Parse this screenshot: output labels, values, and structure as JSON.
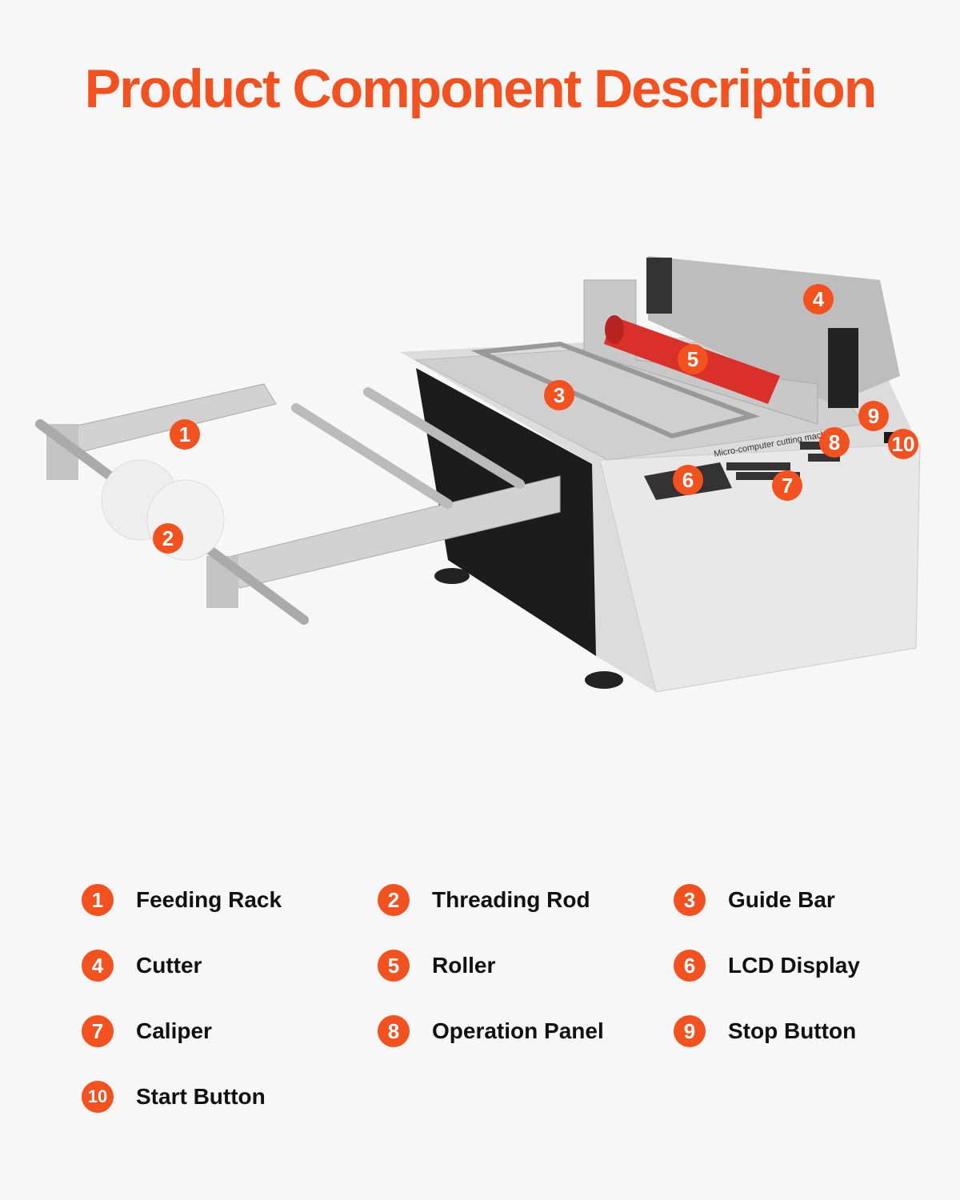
{
  "title": "Product Component Description",
  "machine": {
    "panel_text": "Micro-computer cutting machine"
  },
  "accent_color": "#f4511e",
  "components": [
    {
      "number": "1",
      "label": "Feeding Rack"
    },
    {
      "number": "2",
      "label": "Threading Rod"
    },
    {
      "number": "3",
      "label": "Guide Bar"
    },
    {
      "number": "4",
      "label": "Cutter"
    },
    {
      "number": "5",
      "label": "Roller"
    },
    {
      "number": "6",
      "label": "LCD Display"
    },
    {
      "number": "7",
      "label": "Caliper"
    },
    {
      "number": "8",
      "label": "Operation Panel"
    },
    {
      "number": "9",
      "label": "Stop Button"
    },
    {
      "number": "10",
      "label": "Start Button"
    }
  ]
}
